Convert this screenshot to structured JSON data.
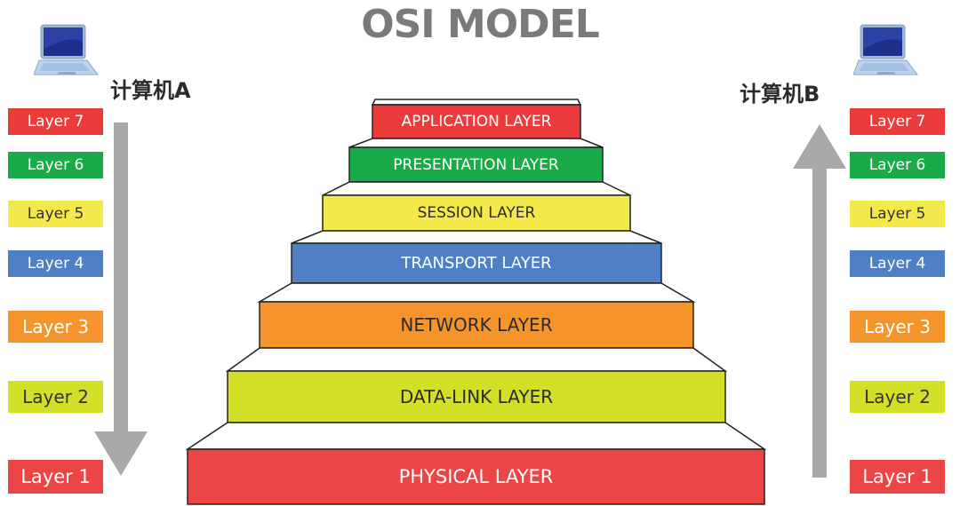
{
  "title": "OSI MODEL",
  "computer_a": {
    "label": "计算机A",
    "icon": "laptop-icon"
  },
  "computer_b": {
    "label": "计算机B",
    "icon": "laptop-icon"
  },
  "left_layers": [
    {
      "label": "Layer 7",
      "color": "#ec3b3b"
    },
    {
      "label": "Layer 6",
      "color": "#1aaa4a"
    },
    {
      "label": "Layer 5",
      "color": "#f4e94a"
    },
    {
      "label": "Layer 4",
      "color": "#4f7fc4"
    },
    {
      "label": "Layer 3",
      "color": "#f5942a"
    },
    {
      "label": "Layer 2",
      "color": "#d4df28"
    },
    {
      "label": "Layer 1",
      "color": "#ec4545"
    }
  ],
  "right_layers": [
    {
      "label": "Layer 7",
      "color": "#ec3b3b"
    },
    {
      "label": "Layer 6",
      "color": "#1aaa4a"
    },
    {
      "label": "Layer 5",
      "color": "#f4e94a"
    },
    {
      "label": "Layer 4",
      "color": "#4f7fc4"
    },
    {
      "label": "Layer 3",
      "color": "#f5942a"
    },
    {
      "label": "Layer 2",
      "color": "#d4df28"
    },
    {
      "label": "Layer 1",
      "color": "#ec4545"
    }
  ],
  "osi_layers": [
    {
      "name": "APPLICATION LAYER",
      "color": "#ec3b3b"
    },
    {
      "name": "PRESENTATION LAYER",
      "color": "#1aaa4a"
    },
    {
      "name": "SESSION LAYER",
      "color": "#f4e94a"
    },
    {
      "name": "TRANSPORT LAYER",
      "color": "#4f7fc4"
    },
    {
      "name": "NETWORK LAYER",
      "color": "#f5942a"
    },
    {
      "name": "DATA-LINK LAYER",
      "color": "#d4df28"
    },
    {
      "name": "PHYSICAL LAYER",
      "color": "#ec4545"
    }
  ],
  "arrow_color": "#a9a9a9",
  "left_arrow_direction": "down",
  "right_arrow_direction": "up"
}
